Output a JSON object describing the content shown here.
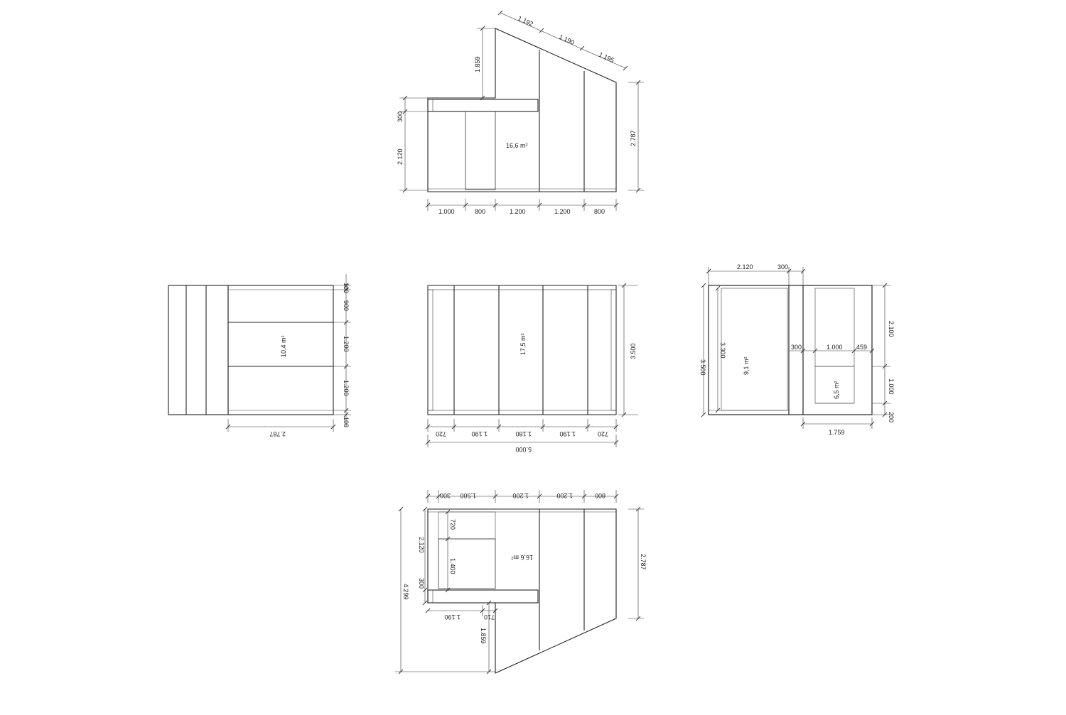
{
  "panels": {
    "front": {
      "area": "16,6 m²",
      "bottom_dims": [
        "1.000",
        "800",
        "1.200",
        "1.200",
        "800"
      ],
      "roof_dims": [
        "1.192",
        "1.190",
        "1.195"
      ],
      "left_dims": [
        "300",
        "2.120"
      ],
      "peak_dim": "1.859",
      "right_dim": "2.787"
    },
    "side_left": {
      "area": "10,4 m²",
      "right_dims": [
        "100",
        "900",
        "1.200",
        "1.200",
        "100"
      ],
      "bottom_dim": "2.787"
    },
    "floor": {
      "area": "17,5 m²",
      "bottom_dims": [
        "720",
        "1.190",
        "1.180",
        "1.190",
        "720"
      ],
      "total_dim": "5.000",
      "right_dim": "3.500"
    },
    "side_right": {
      "area_main": "9,1 m²",
      "area_small": "6,5 m²",
      "top_dims": [
        "2.120",
        "300"
      ],
      "left_outer": "3.500",
      "left_inner": "3.300",
      "mid_dims": [
        "300",
        "1.000",
        "459"
      ],
      "right_dims": [
        "2.100",
        "1.000",
        "200"
      ],
      "bottom_dim": "1.759"
    },
    "back": {
      "area": "16,6 m²",
      "top_dims": [
        "300",
        "1.500",
        "1.200",
        "1.200",
        "800"
      ],
      "left_outer": "4.299",
      "left_dims": [
        "2.120",
        "300"
      ],
      "inner_dims": [
        "720",
        "1.400"
      ],
      "bottom_dims": [
        "1.190",
        "710"
      ],
      "peak_dim": "1.859",
      "right_dim": "2.787"
    }
  }
}
